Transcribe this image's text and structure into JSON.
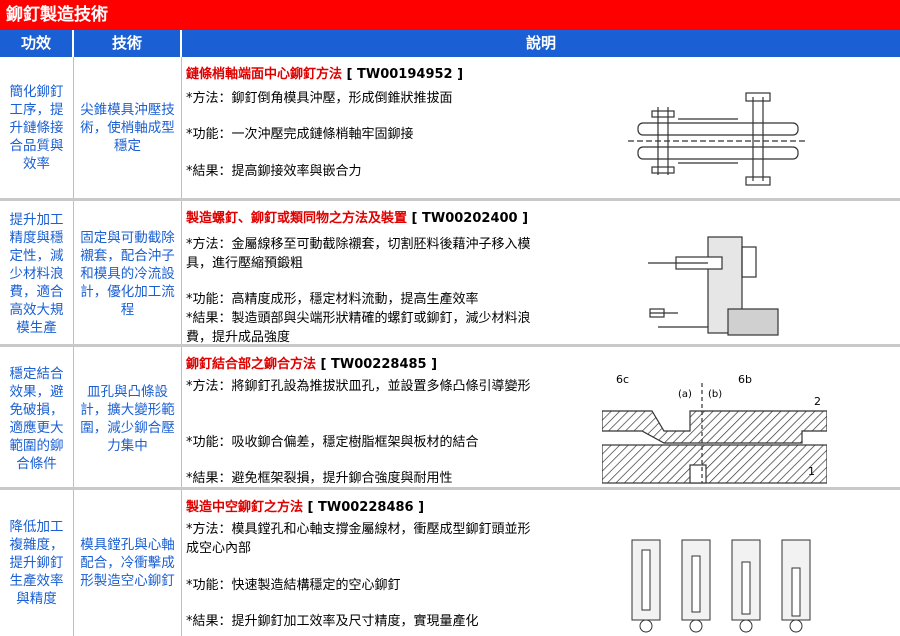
{
  "title": "鉚釘製造技術",
  "headers": {
    "effect": "功效",
    "technique": "技術",
    "description": "說明"
  },
  "rows": [
    {
      "effect": "簡化鉚釘工序，提升鏈條接合品質與效率",
      "technique": "尖錐模具沖壓技術，使梢軸成型穩定",
      "patent_title": "鏈條梢軸端面中心鉚釘方法",
      "patent_no": "[ TW00194952 ]",
      "method": "*方法：鉚釘倒角模具沖壓，形成倒錐狀推拔面",
      "function": "*功能：一次沖壓完成鏈條梢軸牢固鉚接",
      "result": "*結果：提高鉚接效率與嵌合力"
    },
    {
      "effect": "提升加工精度與穩定性，減少材料浪費，適合高效大規模生產",
      "technique": "固定與可動截除襯套，配合沖子和模具的冷流設計，優化加工流程",
      "patent_title": "製造螺釘、鉚釘或類同物之方法及裝置",
      "patent_no": "[ TW00202400 ]",
      "method": "*方法：金屬線移至可動截除襯套，切割胚料後藉沖子移入模具，進行壓縮預鍛粗",
      "function": "*功能：高精度成形，穩定材料流動，提高生產效率",
      "result": "*結果：製造頭部與尖端形狀精確的螺釘或鉚釘，減少材料浪費，提升成品強度"
    },
    {
      "effect": "穩定結合效果，避免破損，適應更大範圍的鉚合條件",
      "technique": "皿孔與凸條設計，擴大變形範圍，減少鉚合壓力集中",
      "patent_title": "鉚釘結合部之鉚合方法",
      "patent_no": "[ TW00228485 ]",
      "method": "*方法：將鉚釘孔設為推拔狀皿孔，並設置多條凸條引導變形",
      "function": "*功能：吸收鉚合偏差，穩定樹脂框架與板材的結合",
      "result": "*結果：避免框架裂損，提升鉚合強度與耐用性",
      "fig_labels": {
        "a": "6c",
        "b": "(a)",
        "c": "(b)",
        "d": "6b",
        "e": "2",
        "f": "1"
      }
    },
    {
      "effect": "降低加工複雜度，提升鉚釘生產效率與精度",
      "technique": "模具鏜孔與心軸配合，冷衝擊成形製造空心鉚釘",
      "patent_title": "製造中空鉚釘之方法",
      "patent_no": "[ TW00228486 ]",
      "method": "*方法：模具鏜孔和心軸支撐金屬線材，衝壓成型鉚釘頭並形成空心內部",
      "function": "*功能：快速製造結構穩定的空心鉚釘",
      "result": "*結果：提升鉚釘加工效率及尺寸精度，實現量產化"
    }
  ]
}
